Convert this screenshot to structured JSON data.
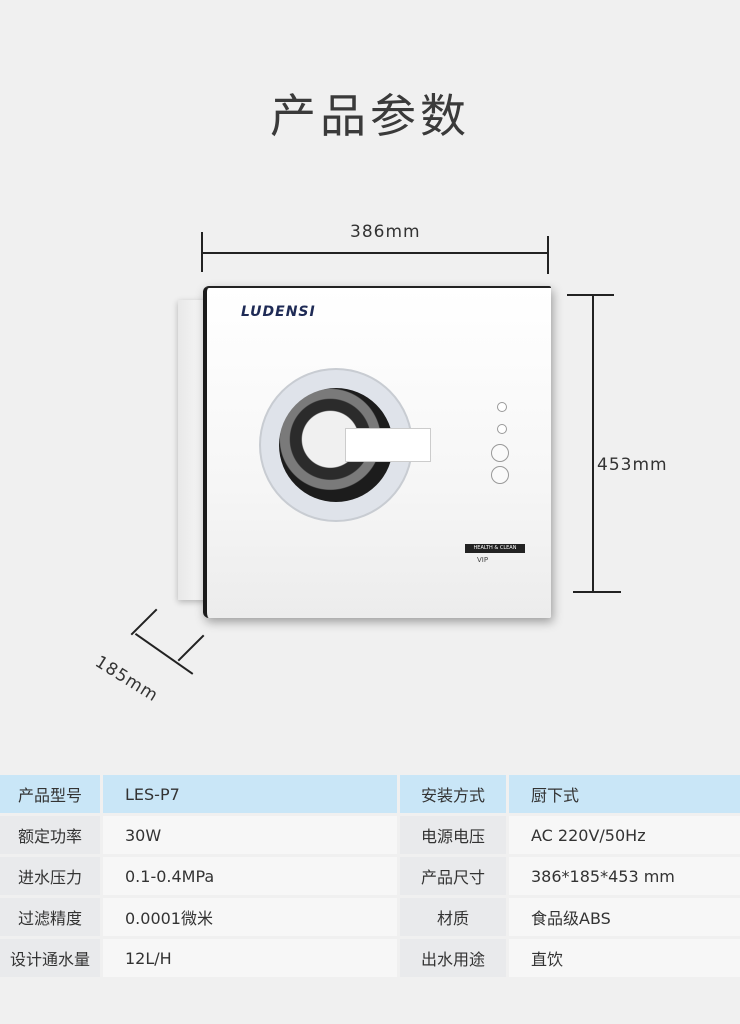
{
  "title": "产品参数",
  "dimensions": {
    "width": "386mm",
    "height": "453mm",
    "depth": "185mm"
  },
  "product": {
    "brand": "LUDENSI",
    "badge": "HEALTH & CLEAN",
    "badge_sub": "VIP"
  },
  "specs": [
    {
      "label1": "产品型号",
      "value1": "LES-P7",
      "label2": "安装方式",
      "value2": "厨下式"
    },
    {
      "label1": "额定功率",
      "value1": "30W",
      "label2": "电源电压",
      "value2": "AC 220V/50Hz"
    },
    {
      "label1": "进水压力",
      "value1": "0.1-0.4MPa",
      "label2": "产品尺寸",
      "value2": "386*185*453 mm"
    },
    {
      "label1": "过滤精度",
      "value1": "0.0001微米",
      "label2": "材质",
      "value2": "食品级ABS"
    },
    {
      "label1": "设计通水量",
      "value1": "12L/H",
      "label2": "出水用途",
      "value2": "直饮"
    }
  ],
  "colors": {
    "header_row": "#c9e6f7",
    "label_cell": "#e9eaec",
    "value_cell": "#f7f7f7",
    "background": "#f0f0f0"
  }
}
